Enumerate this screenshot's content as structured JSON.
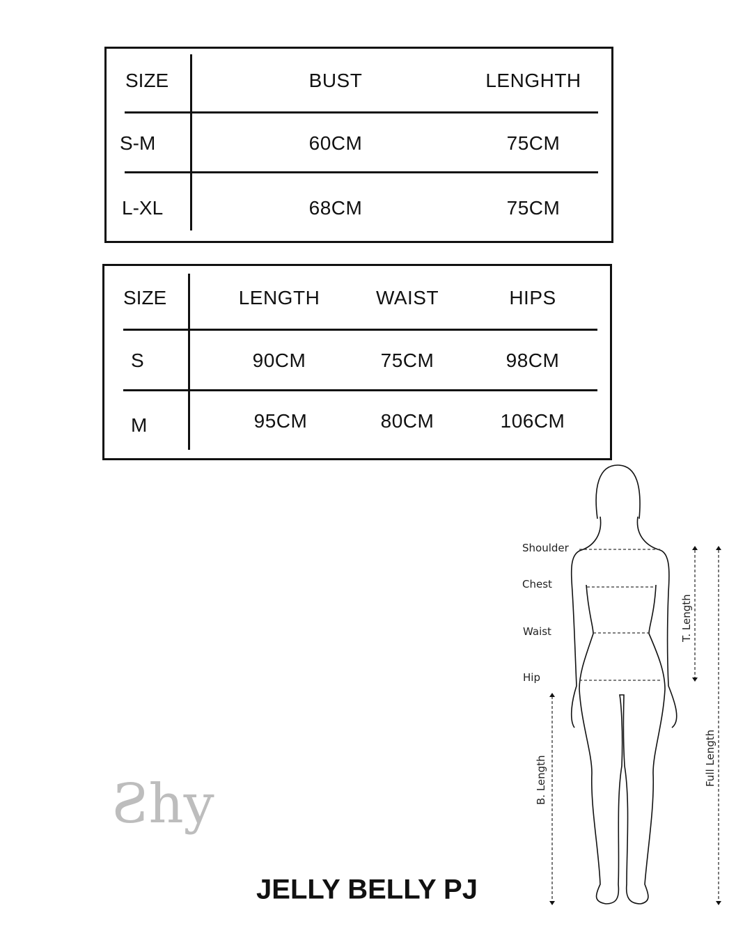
{
  "top_table": {
    "headers": [
      "SIZE",
      "BUST",
      "LENGHTH"
    ],
    "rows": [
      [
        "S-M",
        "60CM",
        "75CM"
      ],
      [
        "L-XL",
        "68CM",
        "75CM"
      ]
    ]
  },
  "bottom_table": {
    "headers": [
      "SIZE",
      "LENGTH",
      "WAIST",
      "HIPS"
    ],
    "rows": [
      [
        "S",
        "90CM",
        "75CM",
        "98CM"
      ],
      [
        "M",
        "95CM",
        "80CM",
        "106CM"
      ]
    ]
  },
  "figure": {
    "labels": {
      "shoulder": "Shoulder",
      "chest": "Chest",
      "waist": "Waist",
      "hip": "Hip",
      "t_length": "T. Length",
      "b_length": "B. Length",
      "full_length": "Full Length"
    }
  },
  "logo": {
    "text": "Shy"
  },
  "product_title": "JELLY BELLY PJ"
}
